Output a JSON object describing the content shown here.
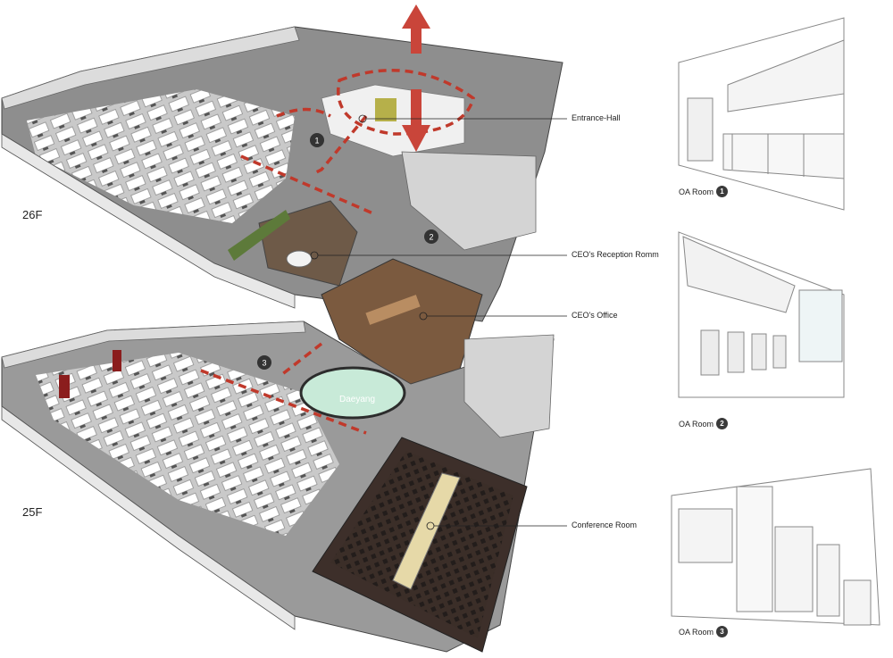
{
  "floors": {
    "upper": "26F",
    "lower": "25F"
  },
  "callouts": {
    "entrance": "Entrance-Hall",
    "reception": "CEO's Reception Romm",
    "office": "CEO's Office",
    "conference": "Conference Room"
  },
  "markers": [
    "1",
    "2",
    "3"
  ],
  "signage": "Daeyang",
  "oa_rooms": [
    {
      "label": "OA Room",
      "num": "1"
    },
    {
      "label": "OA Room",
      "num": "2"
    },
    {
      "label": "OA Room",
      "num": "3"
    }
  ],
  "colors": {
    "path": "#c0392b",
    "arrow": "#c9453a",
    "wall": "#ffffff",
    "floor": "#8c8c8c",
    "wood": "#7b5a3f",
    "carpet": "#3d2f2a",
    "glass": "#bfe3d0"
  }
}
